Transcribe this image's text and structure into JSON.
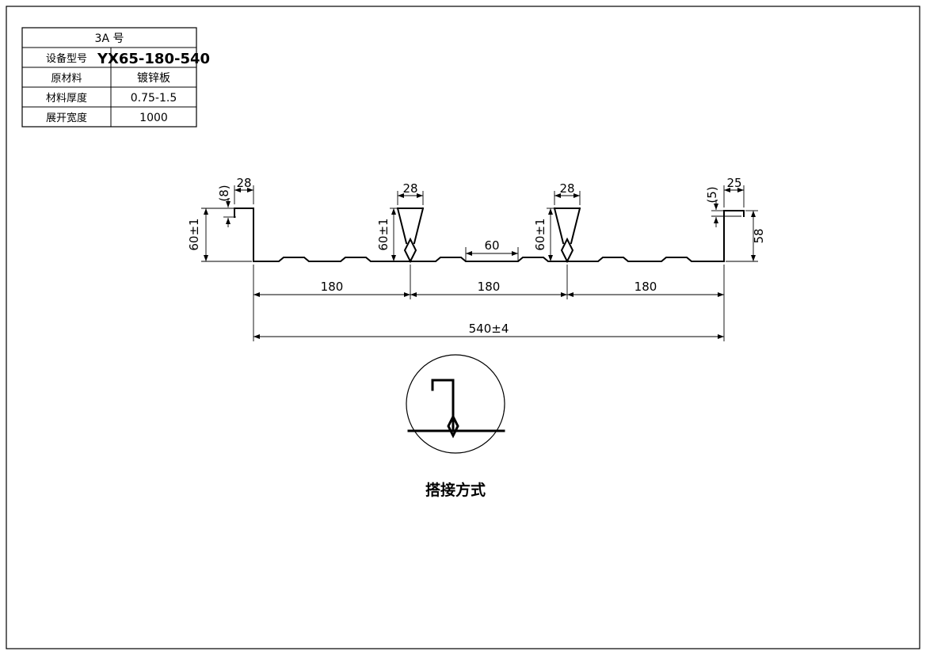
{
  "title_block": {
    "header": "3A  号",
    "rows": [
      {
        "label": "设备型号",
        "value": "YX65-180-540"
      },
      {
        "label": "原材料",
        "value": "镀锌板"
      },
      {
        "label": "材料厚度",
        "value": "0.75-1.5"
      },
      {
        "label": "展开宽度",
        "value": "1000"
      }
    ]
  },
  "dims": {
    "left_lip": "(8)",
    "left_hook": "28",
    "left_height": "60±1",
    "rib1_width": "28",
    "rib1_height": "60±1",
    "rib2_width": "28",
    "rib2_height": "60±1",
    "mid_flat": "60",
    "right_lip": "(5)",
    "right_hook": "25",
    "right_height": "58",
    "pitch1": "180",
    "pitch2": "180",
    "pitch3": "180",
    "overall": "540±4"
  },
  "detail": {
    "caption": "搭接方式"
  }
}
